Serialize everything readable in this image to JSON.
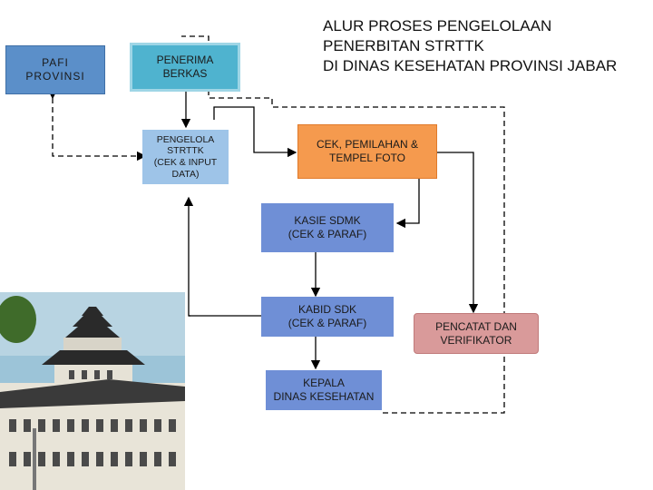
{
  "title": "ALUR PROSES PENGELOLAAN\nPENERBITAN STRTTK\nDI DINAS KESEHATAN PROVINSI JABAR",
  "nodes": {
    "pafi": "PAFI\nPROVINSI",
    "penerima": "PENERIMA\nBERKAS",
    "pengelola": "PENGELOLA\nSTRTTK\n(CEK & INPUT\nDATA)",
    "cek": "CEK, PEMILAHAN &\nTEMPEL FOTO",
    "kasie": "KASIE SDMK\n(CEK & PARAF)",
    "kabid": "KABID SDK\n(CEK & PARAF)",
    "kepala": "KEPALA\nDINAS KESEHATAN",
    "pencatat": "PENCATAT DAN\nVERIFIKATOR"
  },
  "colors": {
    "pafi": "#5b8fc9",
    "penerima": "#4fb3cf",
    "pengelola": "#9ec4e8",
    "cek": "#f59a4e",
    "kasie": "#6f8fd6",
    "kabid": "#6f8fd6",
    "kepala": "#6f8fd6",
    "pencatat": "#d99a9a"
  }
}
